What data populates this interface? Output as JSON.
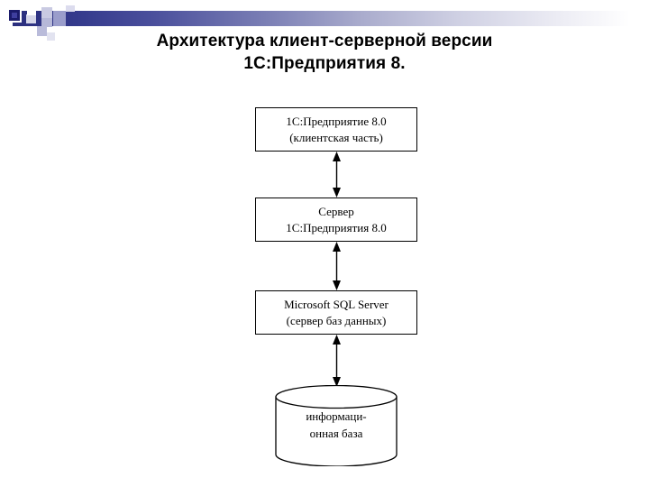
{
  "slide": {
    "title_lines": [
      "Архитектура клиент-серверной версии",
      "1С:Предприятия 8."
    ],
    "background_color": "#ffffff",
    "title_color": "#000000"
  },
  "ornament": {
    "gradient_from": "#2b2f7e",
    "gradient_to": "#ffffff",
    "accent_square_color": "#1b1b6b",
    "accent_square_inner_color": "#3f3f9e",
    "lavender_color": "#b6b8d8"
  },
  "diagram": {
    "type": "flow-stack",
    "orientation": "vertical",
    "line_color": "#000000",
    "fill_color": "#ffffff",
    "nodes": [
      {
        "id": "client",
        "shape": "rectangle",
        "lines": [
          "1С:Предприятие 8.0",
          "(клиентская часть)"
        ]
      },
      {
        "id": "server",
        "shape": "rectangle",
        "lines": [
          "Сервер",
          "1С:Предприятия 8.0"
        ]
      },
      {
        "id": "sql",
        "shape": "rectangle",
        "lines": [
          "Microsoft SQL Server",
          "(сервер баз данных)"
        ]
      },
      {
        "id": "database",
        "shape": "cylinder",
        "lines": [
          "информаци-",
          "онная база"
        ]
      }
    ],
    "connectors": [
      {
        "id": "client-server",
        "from": "client",
        "to": "server",
        "style": "double-headed-arrow"
      },
      {
        "id": "server-sql",
        "from": "server",
        "to": "sql",
        "style": "double-headed-arrow"
      },
      {
        "id": "sql-database",
        "from": "sql",
        "to": "database",
        "style": "double-headed-arrow"
      }
    ]
  }
}
